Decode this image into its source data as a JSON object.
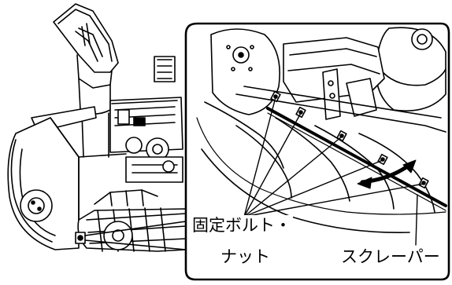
{
  "callouts": {
    "bolt_nut_line1": "固定ボルト・",
    "bolt_nut_line2": "ナット",
    "scraper": "スクレーパー"
  },
  "colors": {
    "line": "#000000",
    "background": "#ffffff",
    "shade": "#e6e6e6"
  }
}
